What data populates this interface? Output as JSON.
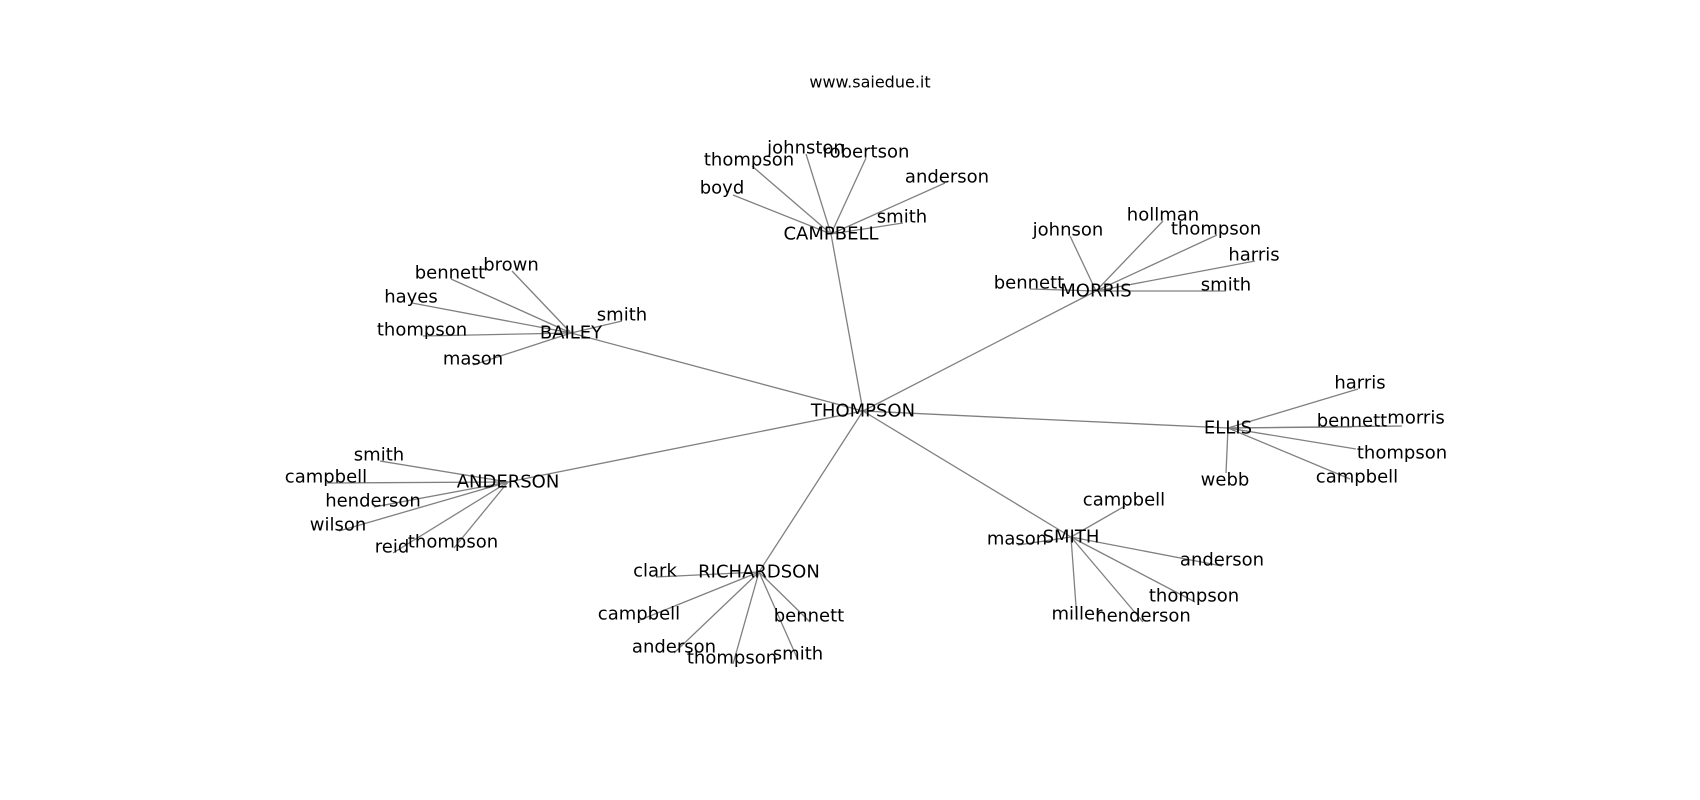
{
  "title": "www.saiedue.it",
  "colors": {
    "edge": "#808080",
    "text": "#000000",
    "background": "#ffffff"
  },
  "root": "THOMPSON",
  "groups": [
    {
      "hub": "CAMPBELL",
      "leaves": [
        "boyd",
        "thompson",
        "johnston",
        "robertson",
        "anderson",
        "smith"
      ]
    },
    {
      "hub": "MORRIS",
      "leaves": [
        "johnson",
        "hollman",
        "thompson",
        "harris",
        "smith",
        "bennett"
      ]
    },
    {
      "hub": "BAILEY",
      "leaves": [
        "bennett",
        "brown",
        "hayes",
        "thompson",
        "mason",
        "smith"
      ]
    },
    {
      "hub": "ELLIS",
      "leaves": [
        "harris",
        "bennett",
        "morris",
        "thompson",
        "campbell",
        "webb"
      ]
    },
    {
      "hub": "ANDERSON",
      "leaves": [
        "smith",
        "campbell",
        "henderson",
        "wilson",
        "reid",
        "thompson"
      ]
    },
    {
      "hub": "SMITH",
      "leaves": [
        "campbell",
        "mason",
        "anderson",
        "thompson",
        "henderson",
        "miller"
      ]
    },
    {
      "hub": "RICHARDSON",
      "leaves": [
        "clark",
        "campbell",
        "anderson",
        "thompson",
        "smith",
        "bennett"
      ]
    }
  ]
}
